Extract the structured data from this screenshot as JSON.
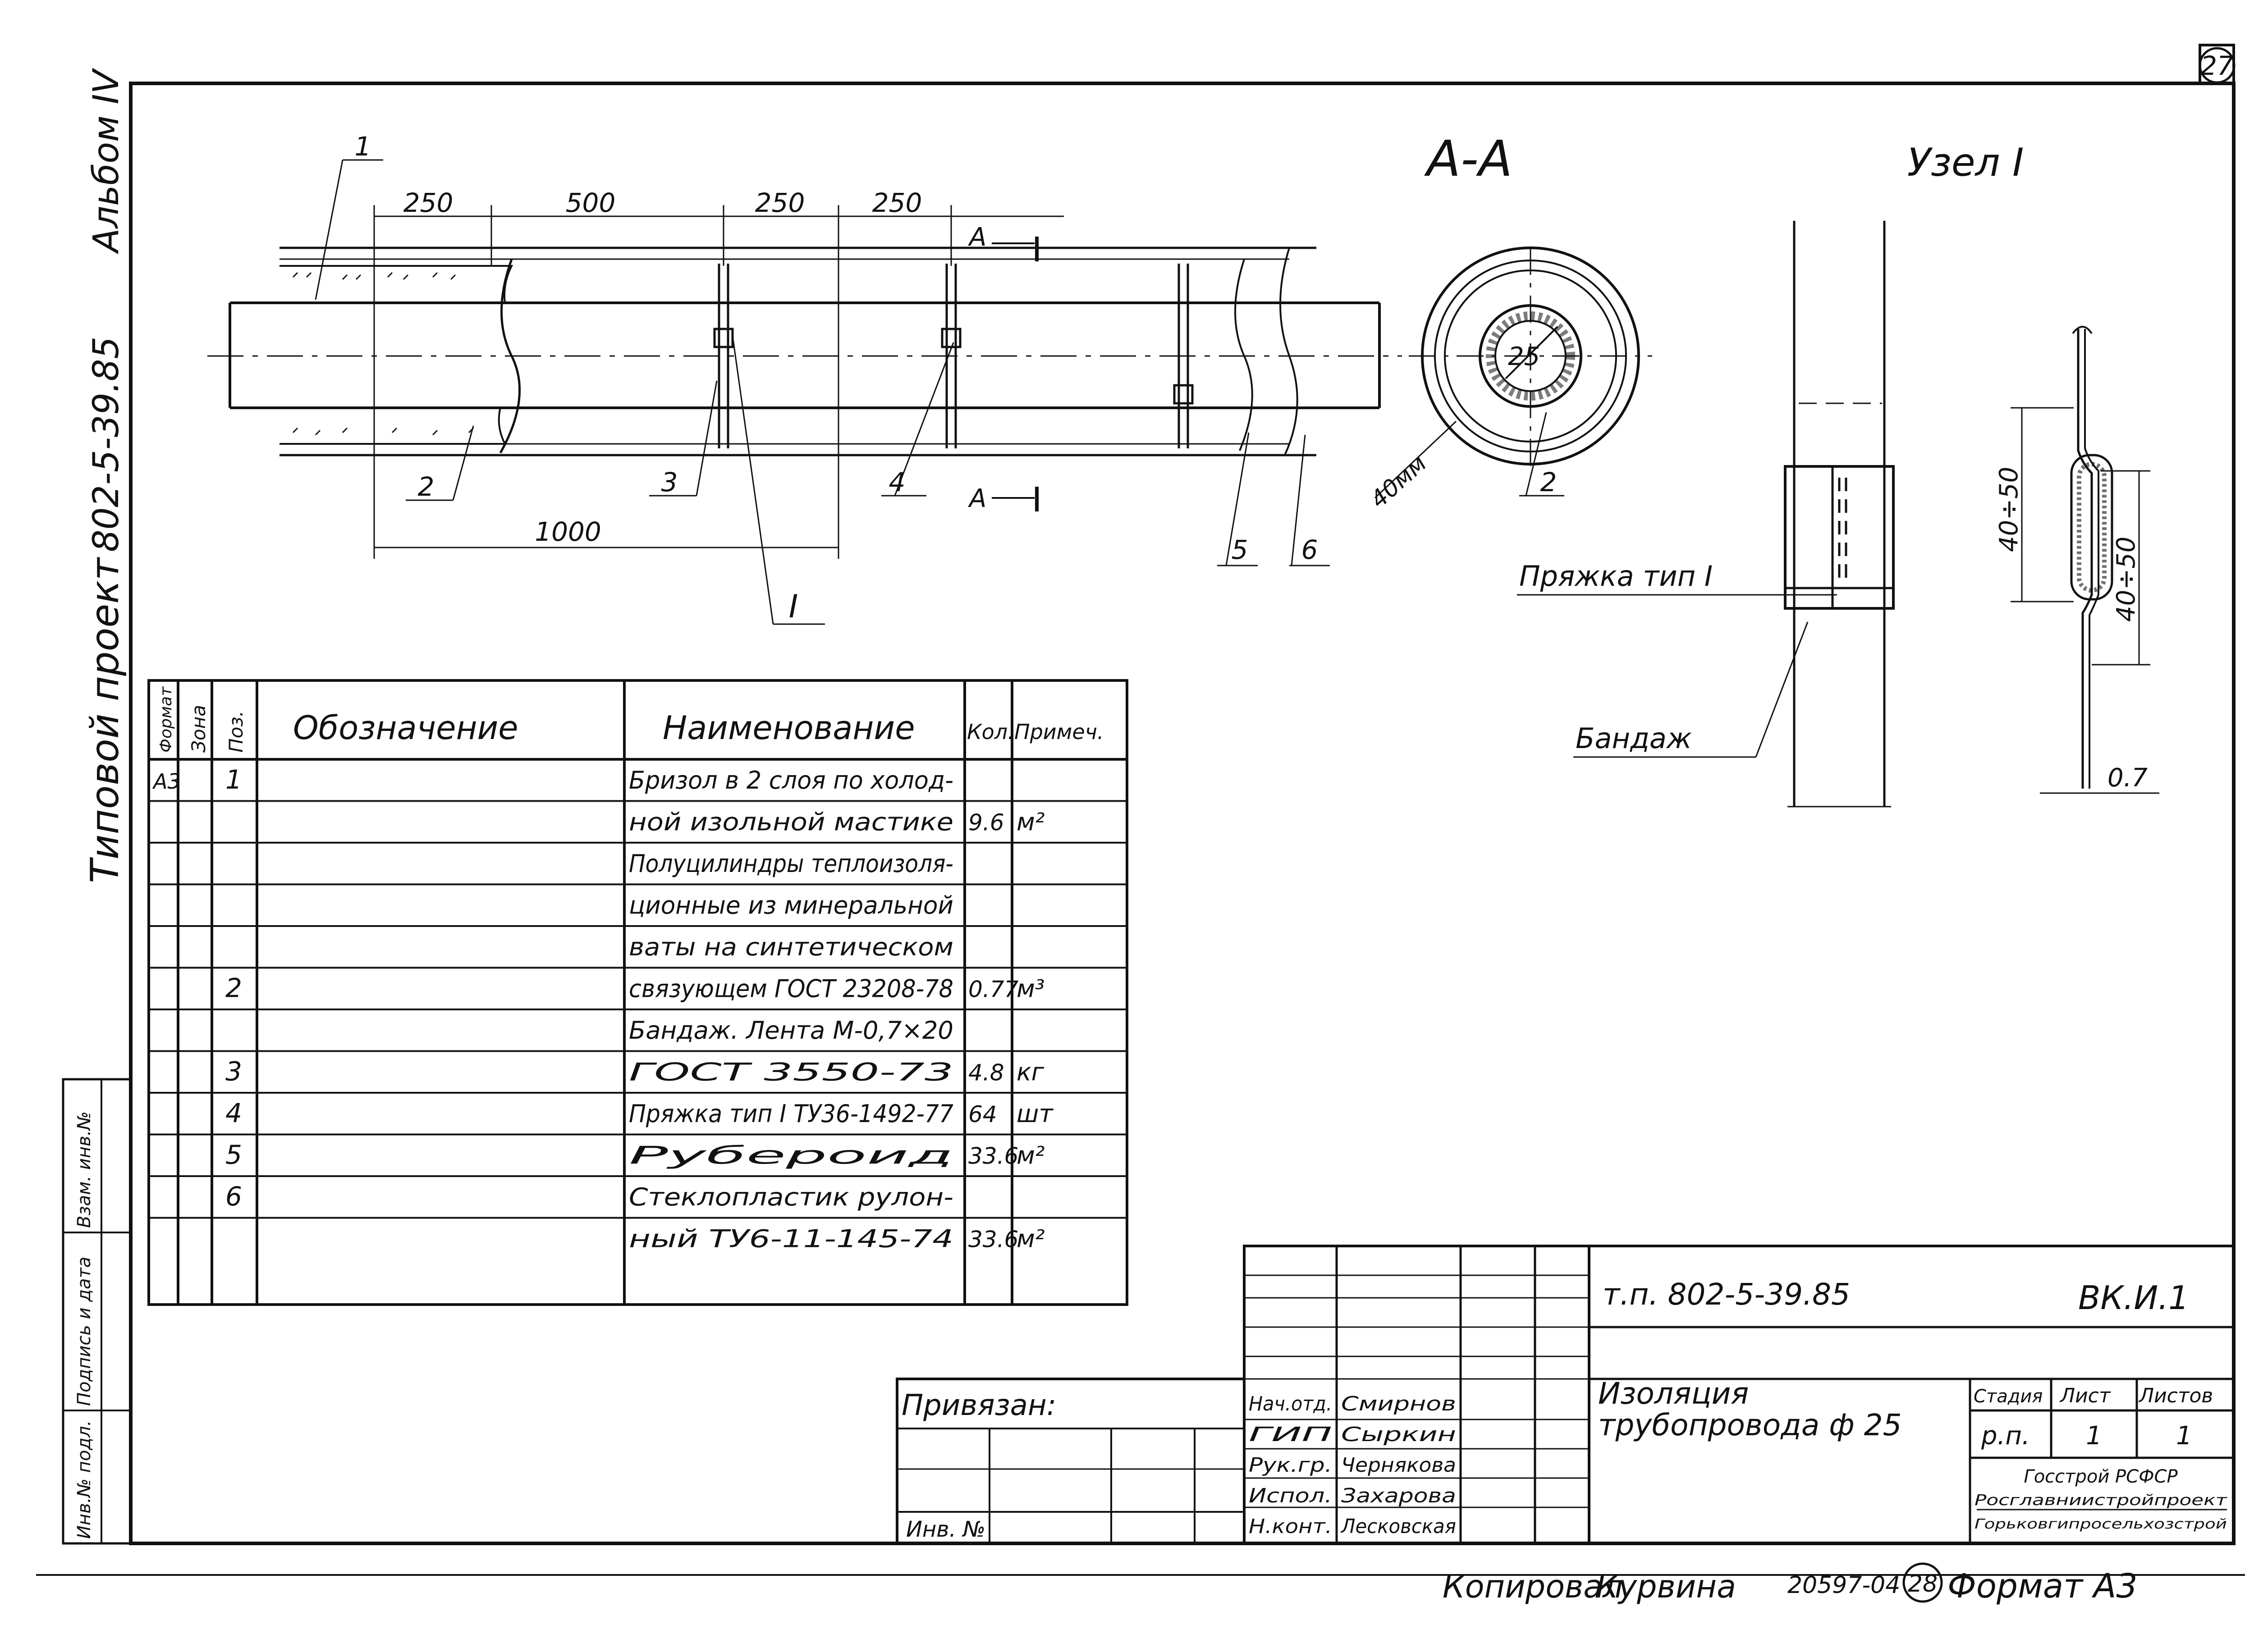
{
  "sheet": {
    "number": "27",
    "album": "Альбом IV",
    "project_code": "802-5-39.85",
    "project_type": "Типовой проект"
  },
  "drawing": {
    "dims_top": [
      "250",
      "500",
      "250",
      "250"
    ],
    "dim_bottom": "1000",
    "section_mark": "А",
    "node_mark": "I",
    "positions": [
      "1",
      "2",
      "3",
      "4",
      "5",
      "6"
    ]
  },
  "section_aa": {
    "title": "А-А",
    "diameter_label": "25",
    "thickness_label": "40мм",
    "position": "2"
  },
  "node": {
    "title": "Узел I",
    "buckle_label": "Пряжка тип I",
    "band_label": "Бандаж",
    "dim_a": "40÷50",
    "dim_b": "40÷50",
    "thickness": "0.7"
  },
  "spec": {
    "headers": [
      "Формат",
      "Зона",
      "Поз.",
      "Обозначение",
      "Наименование",
      "Кол.",
      "Примеч."
    ],
    "rows": [
      {
        "fmt": "А3",
        "zone": "",
        "pos": "1",
        "designation": "",
        "name": "Бризол в 2 слоя по холод-",
        "qty": "",
        "note": ""
      },
      {
        "fmt": "",
        "zone": "",
        "pos": "",
        "designation": "",
        "name": "ной изольной мастике",
        "qty": "9.6",
        "note": "м²"
      },
      {
        "fmt": "",
        "zone": "",
        "pos": "",
        "designation": "",
        "name": "Полуцилиндры теплоизоля-",
        "qty": "",
        "note": ""
      },
      {
        "fmt": "",
        "zone": "",
        "pos": "",
        "designation": "",
        "name": "ционные из минеральной",
        "qty": "",
        "note": ""
      },
      {
        "fmt": "",
        "zone": "",
        "pos": "",
        "designation": "",
        "name": "ваты на синтетическом",
        "qty": "",
        "note": ""
      },
      {
        "fmt": "",
        "zone": "",
        "pos": "2",
        "designation": "",
        "name": "связующем ГОСТ 23208-78",
        "qty": "0.77",
        "note": "м³"
      },
      {
        "fmt": "",
        "zone": "",
        "pos": "",
        "designation": "",
        "name": "Бандаж. Лента М-0,7×20",
        "qty": "",
        "note": ""
      },
      {
        "fmt": "",
        "zone": "",
        "pos": "3",
        "designation": "",
        "name": "ГОСТ 3550-73",
        "qty": "4.8",
        "note": "кг"
      },
      {
        "fmt": "",
        "zone": "",
        "pos": "4",
        "designation": "",
        "name": "Пряжка тип I ТУ36-1492-77",
        "qty": "64",
        "note": "шт"
      },
      {
        "fmt": "",
        "zone": "",
        "pos": "5",
        "designation": "",
        "name": "Рубероид",
        "qty": "33.6",
        "note": "м²"
      },
      {
        "fmt": "",
        "zone": "",
        "pos": "6",
        "designation": "",
        "name": "Стеклопластик рулон-",
        "qty": "",
        "note": ""
      },
      {
        "fmt": "",
        "zone": "",
        "pos": "",
        "designation": "",
        "name": "ный ТУ6-11-145-74",
        "qty": "33.6",
        "note": "м²"
      }
    ]
  },
  "side_stamp": [
    "Инв.№ подл.",
    "Подпись и дата",
    "Взам. инв.№"
  ],
  "title_block": {
    "code": "т.п. 802-5-39.85",
    "sheet_mark": "ВК.И.1",
    "title_line1": "Изоляция",
    "title_line2": "трубопровода ф 25",
    "stage_head": "Стадия",
    "sheet_head": "Лист",
    "sheets_head": "Листов",
    "stage": "р.п.",
    "sheet": "1",
    "sheets": "1",
    "org1": "Госстрой РСФСР",
    "org2": "Росглавниистройпроект",
    "org3": "Горьковгипросельхозстрой",
    "privyazan": "Привязан:",
    "inv": "Инв. №",
    "people": [
      {
        "role": "Нач.отд.",
        "name": "Смирнов"
      },
      {
        "role": "ГИП",
        "name": "Сыркин"
      },
      {
        "role": "Рук.гр.",
        "name": "Чернякова"
      },
      {
        "role": "Испол.",
        "name": "Захарова"
      },
      {
        "role": "Н.конт.",
        "name": "Лесковская"
      }
    ]
  },
  "footer": {
    "copied": "Копировал",
    "copier": "Курвина",
    "doc_number": "20597-04",
    "circle_number": "28",
    "format": "Формат А3"
  }
}
